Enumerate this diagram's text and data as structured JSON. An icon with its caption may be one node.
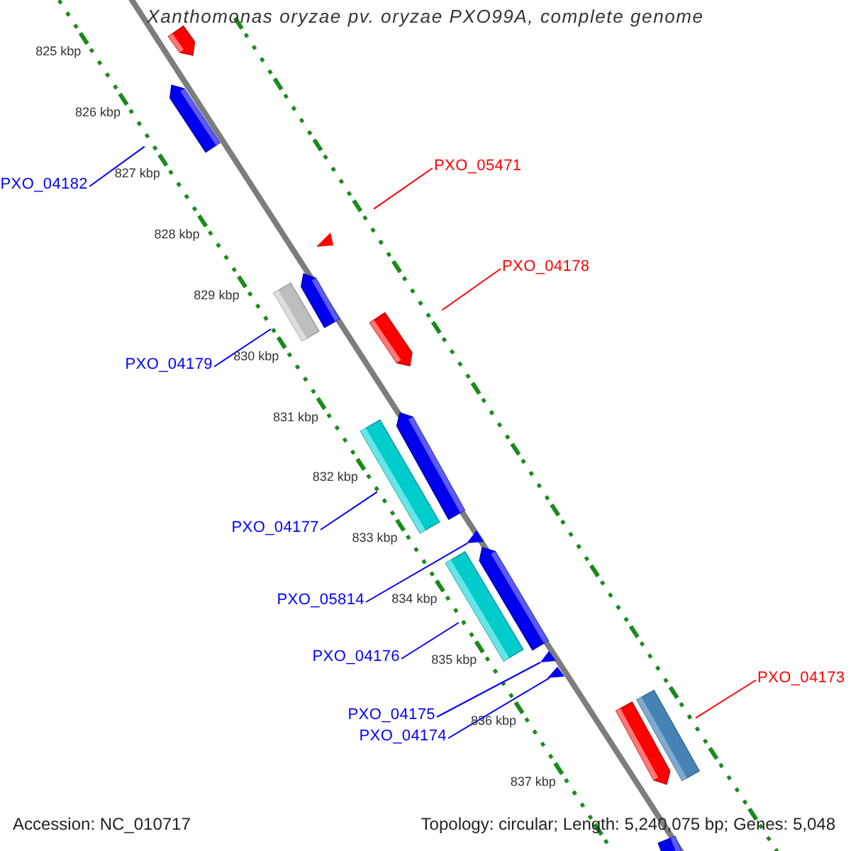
{
  "diagram": {
    "title": "Xanthomonas oryzae pv. oryzae PXO99A, complete genome",
    "nodes": [
      {
        "text": [
          "PXO_05471"
        ]
      },
      {
        "text": [
          "PXO_04182"
        ]
      },
      {
        "text": [
          "PXO_04178"
        ]
      },
      {
        "text": [
          "PXO_04179"
        ]
      },
      {
        "text": [
          "PXO_04177"
        ]
      },
      {
        "text": [
          "PXO_05814"
        ]
      },
      {
        "text": [
          "PXO_04176"
        ]
      },
      {
        "text": [
          "PXO_04173"
        ]
      },
      {
        "text": [
          "PXO_04175"
        ]
      },
      {
        "text": [
          "PXO_04174"
        ]
      },
      {
        "text": [],
        "shape": "arrow"
      },
      {
        "text": [],
        "shape": "arrow"
      },
      {
        "text": [],
        "shape": "triangle"
      },
      {
        "text": [],
        "shape": "bar"
      },
      {
        "text": [],
        "shape": "arrow"
      },
      {
        "text": [],
        "shape": "arrow"
      },
      {
        "text": [],
        "shape": "bar"
      },
      {
        "text": [],
        "shape": "arrow"
      },
      {
        "text": [],
        "shape": "triangle"
      },
      {
        "text": [],
        "shape": "bar"
      },
      {
        "text": [],
        "shape": "arrow"
      },
      {
        "text": [],
        "shape": "triangle"
      },
      {
        "text": [],
        "shape": "triangle"
      },
      {
        "text": [],
        "shape": "arrow"
      },
      {
        "text": [],
        "shape": "bar"
      },
      {
        "text": [],
        "shape": "bar"
      }
    ],
    "edges": [
      {
        "from": 0,
        "to": 12,
        "arrow": "none",
        "color": "#ff0000"
      },
      {
        "from": 1,
        "to": 11,
        "arrow": "none"
      },
      {
        "from": 2,
        "to": 15,
        "arrow": "none",
        "color": "#ff0000"
      },
      {
        "from": 3,
        "to": 13,
        "arrow": "none"
      },
      {
        "from": 4,
        "to": 16,
        "arrow": "none"
      },
      {
        "from": 5,
        "to": 18,
        "arrow": "none"
      },
      {
        "from": 6,
        "to": 19,
        "arrow": "none"
      },
      {
        "from": 7,
        "to": 24,
        "arrow": "none",
        "color": "#ff0000"
      },
      {
        "from": 8,
        "to": 21,
        "arrow": "none"
      },
      {
        "from": 9,
        "to": 22,
        "arrow": "none"
      }
    ],
    "labels": [
      "825 kbp",
      "826 kbp",
      "827 kbp",
      "828 kbp",
      "829 kbp",
      "830 kbp",
      "831 kbp",
      "832 kbp",
      "833 kbp",
      "834 kbp",
      "835 kbp",
      "836 kbp",
      "837 kbp",
      "Accession: NC_010717",
      "Topology: circular; Length: 5,240,075 bp; Genes: 5,048"
    ]
  }
}
